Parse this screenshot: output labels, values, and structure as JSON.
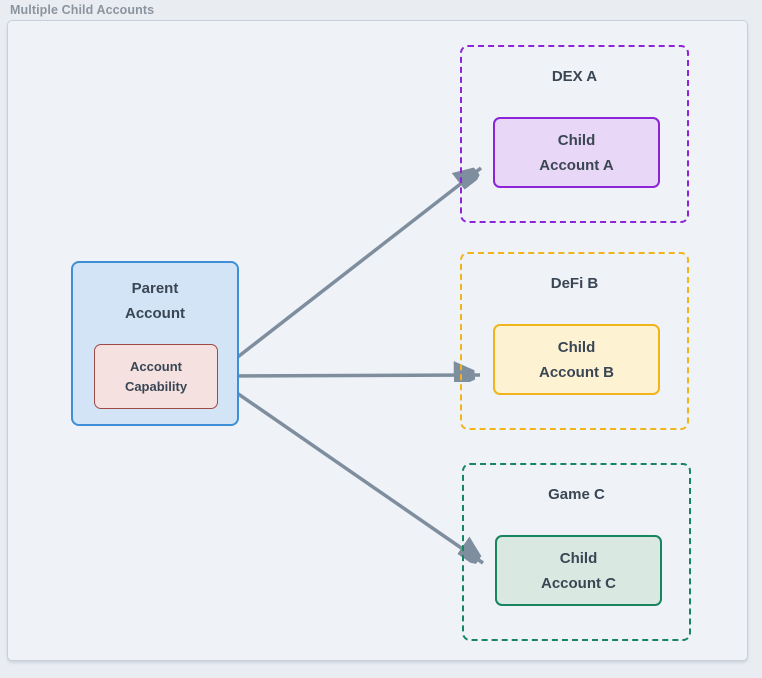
{
  "title": "Multiple Child Accounts",
  "parent": {
    "label": "Parent\nAccount",
    "capability_label": "Account\nCapability"
  },
  "groups": [
    {
      "label": "DEX A",
      "child_label": "Child\nAccount A",
      "accent": "#8e24d8",
      "fill": "#e9d7f7"
    },
    {
      "label": "DeFi B",
      "child_label": "Child\nAccount B",
      "accent": "#f0b41c",
      "fill": "#fdf3d3"
    },
    {
      "label": "Game C",
      "child_label": "Child\nAccount C",
      "accent": "#17855f",
      "fill": "#d9e8e1"
    }
  ],
  "colors": {
    "title_color": "#8b949e",
    "text_color": "#3a4654",
    "canvas_bg": "#eff2f6",
    "canvas_border": "#c7d0d9",
    "parent_fill": "#d2e4f6",
    "parent_border": "#3f8fd8",
    "capability_fill": "#f4e1e0",
    "capability_border": "#a04a48",
    "arrow": "#7e8e9e"
  }
}
